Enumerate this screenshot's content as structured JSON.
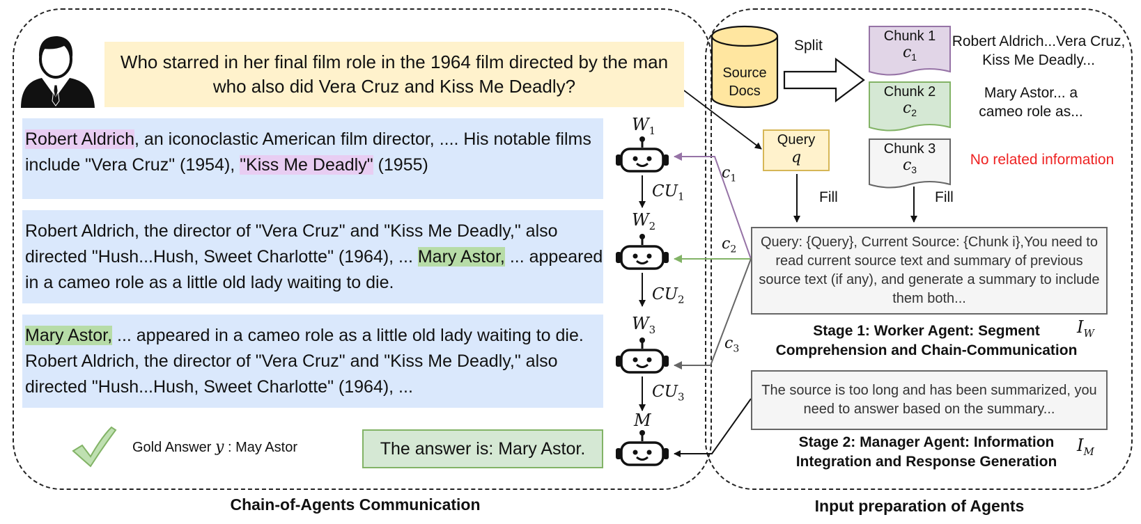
{
  "question": "Who starred in her final film role in the 1964 film directed by the man who also did Vera Cruz and Kiss Me Deadly?",
  "contexts": [
    {
      "parts": [
        {
          "text": "Robert Aldrich",
          "hl": "purple"
        },
        {
          "text": ", an iconoclastic American film director, .... His notable films include \"Vera Cruz\" (1954), ",
          "hl": ""
        },
        {
          "text": "\"Kiss Me Deadly\"",
          "hl": "purple"
        },
        {
          "text": " (1955)",
          "hl": ""
        }
      ]
    },
    {
      "parts": [
        {
          "text": "Robert Aldrich, the director of \"Vera Cruz\" and \"Kiss Me Deadly,\" also directed \"Hush...Hush, Sweet Charlotte\" (1964), ... ",
          "hl": ""
        },
        {
          "text": "Mary Astor,",
          "hl": "green"
        },
        {
          "text": " ... appeared in a cameo role as a little old lady waiting to die.",
          "hl": ""
        }
      ]
    },
    {
      "parts": [
        {
          "text": " ",
          "hl": ""
        },
        {
          "text": "Mary Astor,",
          "hl": "green"
        },
        {
          "text": " ... appeared in a cameo role as a little old lady waiting to die. Robert Aldrich, the director of \"Vera Cruz\" and \"Kiss Me Deadly,\" also directed \"Hush...Hush, Sweet Charlotte\" (1964), ...",
          "hl": ""
        }
      ]
    }
  ],
  "agents": {
    "w1": {
      "base": "W",
      "sub": "1"
    },
    "w2": {
      "base": "W",
      "sub": "2"
    },
    "w3": {
      "base": "W",
      "sub": "3"
    },
    "m": {
      "base": "M",
      "sub": ""
    }
  },
  "comm_units": [
    {
      "base": "CU",
      "sub": "1"
    },
    {
      "base": "CU",
      "sub": "2"
    },
    {
      "base": "CU",
      "sub": "3"
    }
  ],
  "chunk_edges": [
    {
      "base": "c",
      "sub": "1"
    },
    {
      "base": "c",
      "sub": "2"
    },
    {
      "base": "c",
      "sub": "3"
    }
  ],
  "gold_answer": {
    "prefix": "Gold Answer",
    "var": "y",
    "suffix": ": May Astor"
  },
  "final_answer": "The answer is: Mary Astor.",
  "captions": {
    "left": "Chain-of-Agents Communication",
    "right": "Input preparation of Agents"
  },
  "source_docs": "Source Docs",
  "split_label": "Split",
  "chunks": [
    {
      "title": "Chunk 1",
      "var_base": "c",
      "var_sub": "1",
      "desc": "Robert Aldrich...Vera Cruz, Kiss Me Deadly...",
      "fill": "#e1d5e7",
      "stroke": "#9673a6"
    },
    {
      "title": "Chunk 2",
      "var_base": "c",
      "var_sub": "2",
      "desc": "Mary Astor... a cameo role as...",
      "fill": "#d5e8d4",
      "stroke": "#82b366"
    },
    {
      "title": "Chunk 3",
      "var_base": "c",
      "var_sub": "3",
      "desc": "No related information",
      "fill": "#f5f5f5",
      "stroke": "#666666"
    }
  ],
  "query_box": {
    "title": "Query",
    "var": "q"
  },
  "fill_label": "Fill",
  "worker_instruction": "Query: {Query}, Current Source: {Chunk i},You need to read current source text and summary of previous source text (if any), and generate a summary to include them both...",
  "worker_symbol": {
    "base": "I",
    "sub": "W"
  },
  "stage1": "Stage 1: Worker Agent: Segment Comprehension and Chain-Communication",
  "manager_instruction": "The source is too long and has been summarized, you need to answer based on the summary...",
  "manager_symbol": {
    "base": "I",
    "sub": "M"
  },
  "stage2": "Stage 2: Manager Agent: Information Integration and Response Generation",
  "colors": {
    "purple": "#9673a6",
    "green": "#82b366",
    "grey": "#666666",
    "no_info_red": "#ee2222",
    "question_bg": "#fff2cc",
    "context_bg": "#dae8fc"
  },
  "icons": [
    "user-avatar-icon",
    "robot-icon",
    "checkmark-icon",
    "database-icon"
  ]
}
